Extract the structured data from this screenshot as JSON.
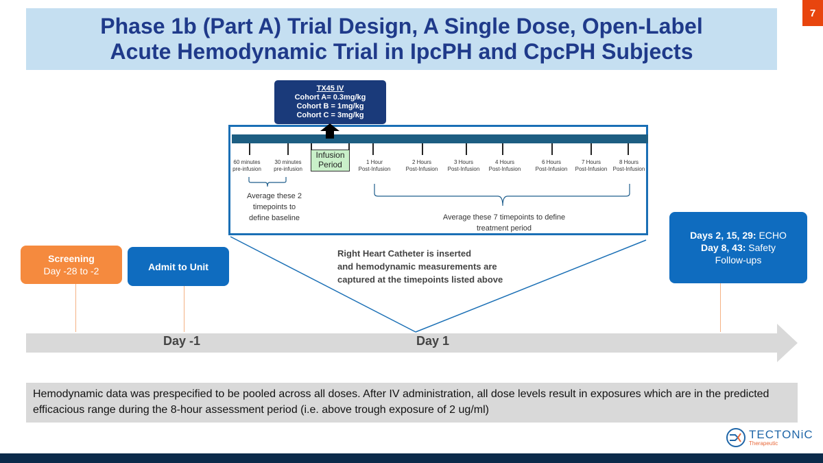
{
  "page_number": "7",
  "title": {
    "line1": "Phase 1b (Part A) Trial Design, A Single Dose, Open-Label",
    "line2": "Acute Hemodynamic Trial in IpcPH and CpcPH Subjects"
  },
  "drug_box": {
    "heading": "TX45 IV",
    "cohorts": [
      "Cohort A= 0.3mg/kg",
      "Cohort B = 1mg/kg",
      "Cohort C = 3mg/kg"
    ]
  },
  "infusion_label": [
    "Infusion",
    "Period"
  ],
  "timepoints": [
    {
      "top": "60 minutes",
      "bottom": "pre-infusion"
    },
    {
      "top": "30 minutes",
      "bottom": "pre-infusion"
    },
    {
      "top": "1 Hour",
      "bottom": "Post-Infusion"
    },
    {
      "top": "2 Hours",
      "bottom": "Post-Infusion"
    },
    {
      "top": "3 Hours",
      "bottom": "Post-Infusion"
    },
    {
      "top": "4 Hours",
      "bottom": "Post-Infusion"
    },
    {
      "top": "6 Hours",
      "bottom": "Post-Infusion"
    },
    {
      "top": "7 Hours",
      "bottom": "Post-Infusion"
    },
    {
      "top": "8 Hours",
      "bottom": "Post-Infusion"
    }
  ],
  "baseline_note": [
    "Average these 2",
    "timepoints to",
    "define baseline"
  ],
  "treatment_note": [
    "Average these 7 timepoints to define",
    "treatment period"
  ],
  "screening": {
    "title": "Screening",
    "subtitle": "Day -28 to  -2"
  },
  "admit": {
    "label": "Admit to Unit"
  },
  "followup": {
    "line1_bold": "Days 2, 15, 29:",
    "line1_rest": " ECHO",
    "line2_bold": "Day 8, 43:",
    "line2_rest": " Safety",
    "line3": "Follow-ups"
  },
  "rhc_note": [
    "Right Heart Catheter is inserted",
    "and hemodynamic measurements are",
    "captured at the timepoints listed above"
  ],
  "days": {
    "day_minus1": "Day -1",
    "day1": "Day 1"
  },
  "bottom_text": "Hemodynamic data was prespecified to be pooled across all doses. After IV administration, all dose levels result in exposures which are in the predicted efficacious range during the 8-hour assessment period (i.e. above trough exposure of 2 ug/ml)",
  "logo": {
    "name": "TECTONiC",
    "sub": "Therapeutic"
  },
  "colors": {
    "orange": "#f58a3e",
    "blue": "#0f6cbf",
    "navy": "#1a3a7a",
    "title": "#1f3a8a"
  }
}
